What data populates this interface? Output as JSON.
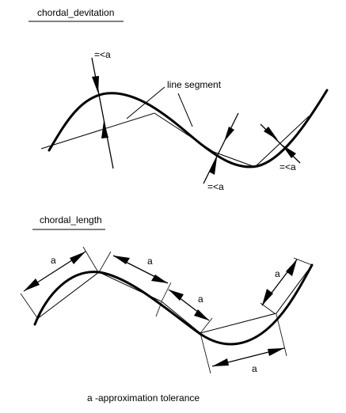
{
  "top_section": {
    "title": "chordal_devitation",
    "label_line_segment": "line segment",
    "tol_label_1": "=<a",
    "tol_label_2": "=<a",
    "tol_label_3": "=<a"
  },
  "bottom_section": {
    "title": "chordal_length",
    "dim_label_1": "a",
    "dim_label_2": "a",
    "dim_label_3": "a",
    "dim_label_4": "a",
    "dim_label_5": "a"
  },
  "caption": "a -approximation tolerance"
}
